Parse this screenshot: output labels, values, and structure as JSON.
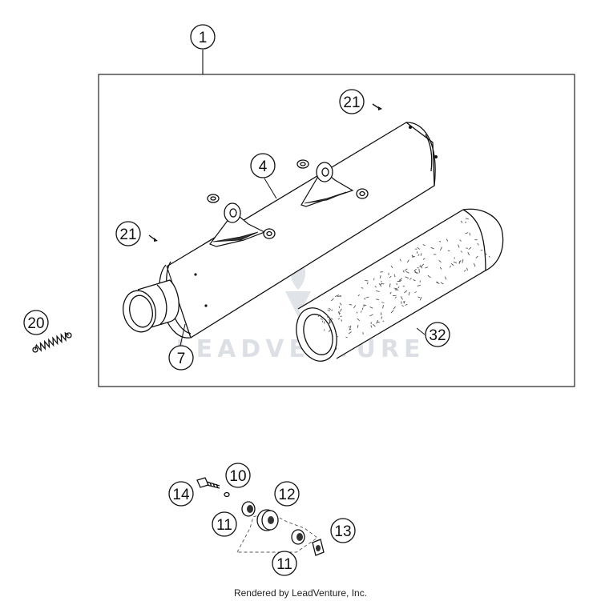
{
  "callouts": {
    "c1": "1",
    "c4": "4",
    "c7": "7",
    "c10": "10",
    "c11a": "11",
    "c11b": "11",
    "c12": "12",
    "c13": "13",
    "c14": "14",
    "c20": "20",
    "c21a": "21",
    "c21b": "21",
    "c32": "32"
  },
  "watermark": {
    "text": "LEADVENTURE"
  },
  "footer": {
    "text": "Rendered by LeadVenture, Inc."
  }
}
